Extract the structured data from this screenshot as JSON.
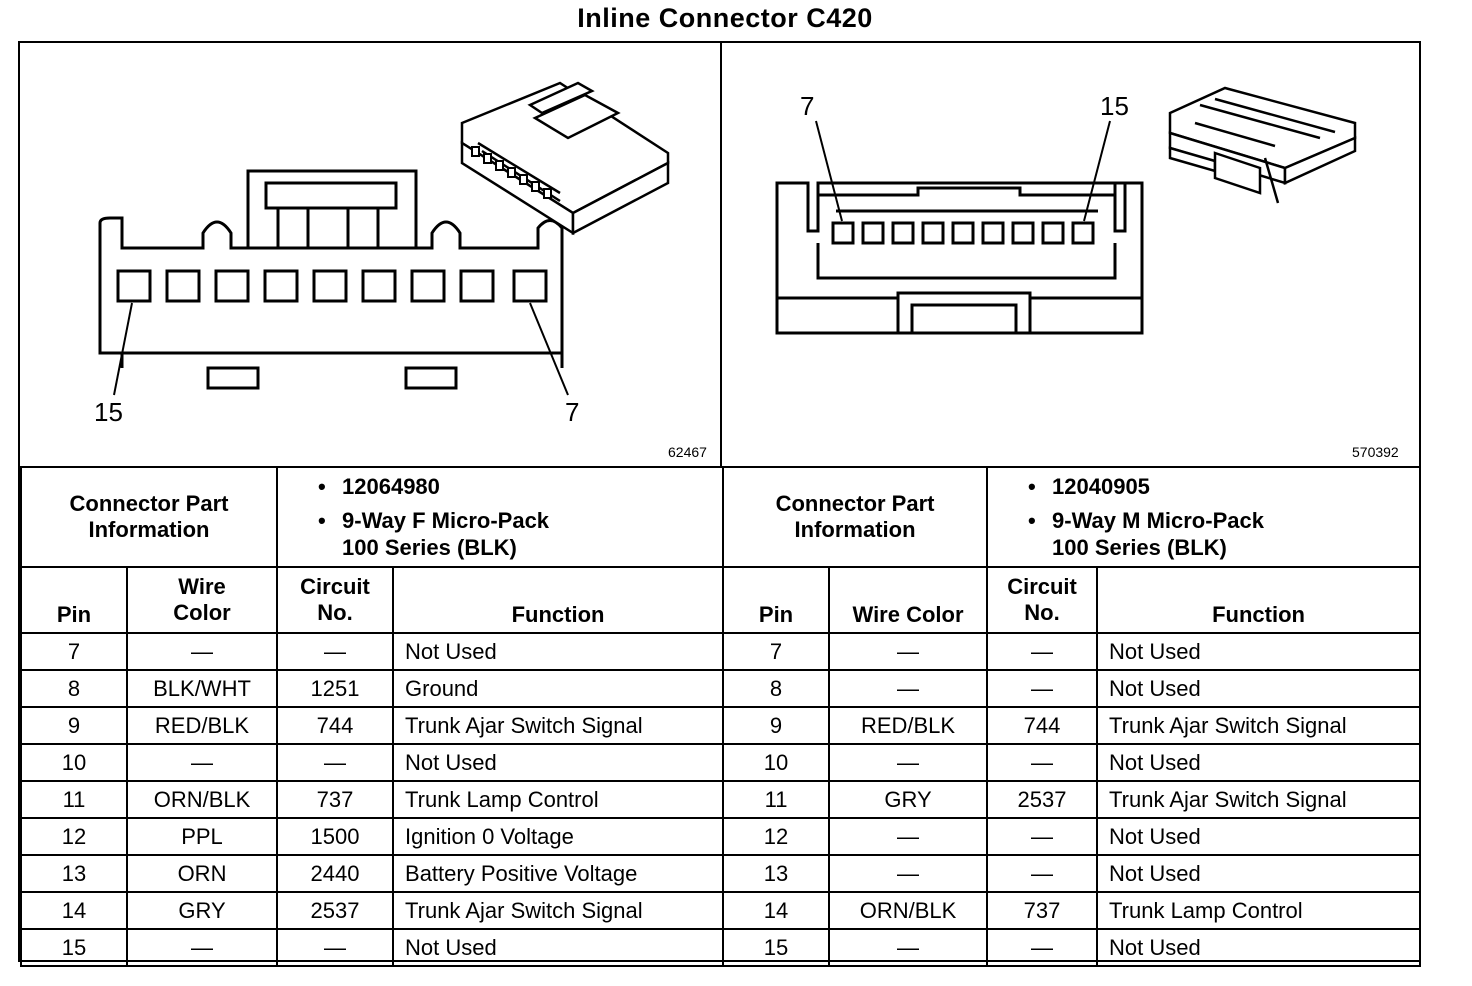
{
  "title": "Inline Connector C420",
  "left": {
    "figure_id": "62467",
    "pin_labels": [
      "15",
      "7"
    ],
    "part_label_line1": "Connector Part",
    "part_label_line2": "Information",
    "part_number": "12064980",
    "description_line1": "9-Way F Micro-Pack",
    "description_line2": "100 Series (BLK)"
  },
  "right": {
    "figure_id": "570392",
    "pin_labels": [
      "7",
      "15"
    ],
    "part_label_line1": "Connector Part",
    "part_label_line2": "Information",
    "part_number": "12040905",
    "description_line1": "9-Way M Micro-Pack",
    "description_line2": "100 Series (BLK)"
  },
  "bullet": "•",
  "headers_left": {
    "pin": "Pin",
    "wire_line1": "Wire",
    "wire_line2": "Color",
    "circuit_line1": "Circuit",
    "circuit_line2": "No.",
    "function": "Function"
  },
  "headers_right": {
    "pin": "Pin",
    "wire": "Wire Color",
    "circuit_line1": "Circuit",
    "circuit_line2": "No.",
    "function": "Function"
  },
  "rows_left": [
    {
      "pin": "7",
      "wire": "—",
      "circuit": "—",
      "function": "Not Used"
    },
    {
      "pin": "8",
      "wire": "BLK/WHT",
      "circuit": "1251",
      "function": "Ground"
    },
    {
      "pin": "9",
      "wire": "RED/BLK",
      "circuit": "744",
      "function": "Trunk Ajar Switch Signal"
    },
    {
      "pin": "10",
      "wire": "—",
      "circuit": "—",
      "function": "Not Used"
    },
    {
      "pin": "11",
      "wire": "ORN/BLK",
      "circuit": "737",
      "function": "Trunk Lamp Control"
    },
    {
      "pin": "12",
      "wire": "PPL",
      "circuit": "1500",
      "function": "Ignition 0 Voltage"
    },
    {
      "pin": "13",
      "wire": "ORN",
      "circuit": "2440",
      "function": "Battery Positive Voltage"
    },
    {
      "pin": "14",
      "wire": "GRY",
      "circuit": "2537",
      "function": "Trunk Ajar Switch Signal"
    },
    {
      "pin": "15",
      "wire": "—",
      "circuit": "—",
      "function": "Not Used"
    }
  ],
  "rows_right": [
    {
      "pin": "7",
      "wire": "—",
      "circuit": "—",
      "function": "Not Used"
    },
    {
      "pin": "8",
      "wire": "—",
      "circuit": "—",
      "function": "Not Used"
    },
    {
      "pin": "9",
      "wire": "RED/BLK",
      "circuit": "744",
      "function": "Trunk Ajar Switch Signal"
    },
    {
      "pin": "10",
      "wire": "—",
      "circuit": "—",
      "function": "Not Used"
    },
    {
      "pin": "11",
      "wire": "GRY",
      "circuit": "2537",
      "function": "Trunk Ajar Switch Signal"
    },
    {
      "pin": "12",
      "wire": "—",
      "circuit": "—",
      "function": "Not Used"
    },
    {
      "pin": "13",
      "wire": "—",
      "circuit": "—",
      "function": "Not Used"
    },
    {
      "pin": "14",
      "wire": "ORN/BLK",
      "circuit": "737",
      "function": "Trunk Lamp Control"
    },
    {
      "pin": "15",
      "wire": "—",
      "circuit": "—",
      "function": "Not Used"
    }
  ]
}
